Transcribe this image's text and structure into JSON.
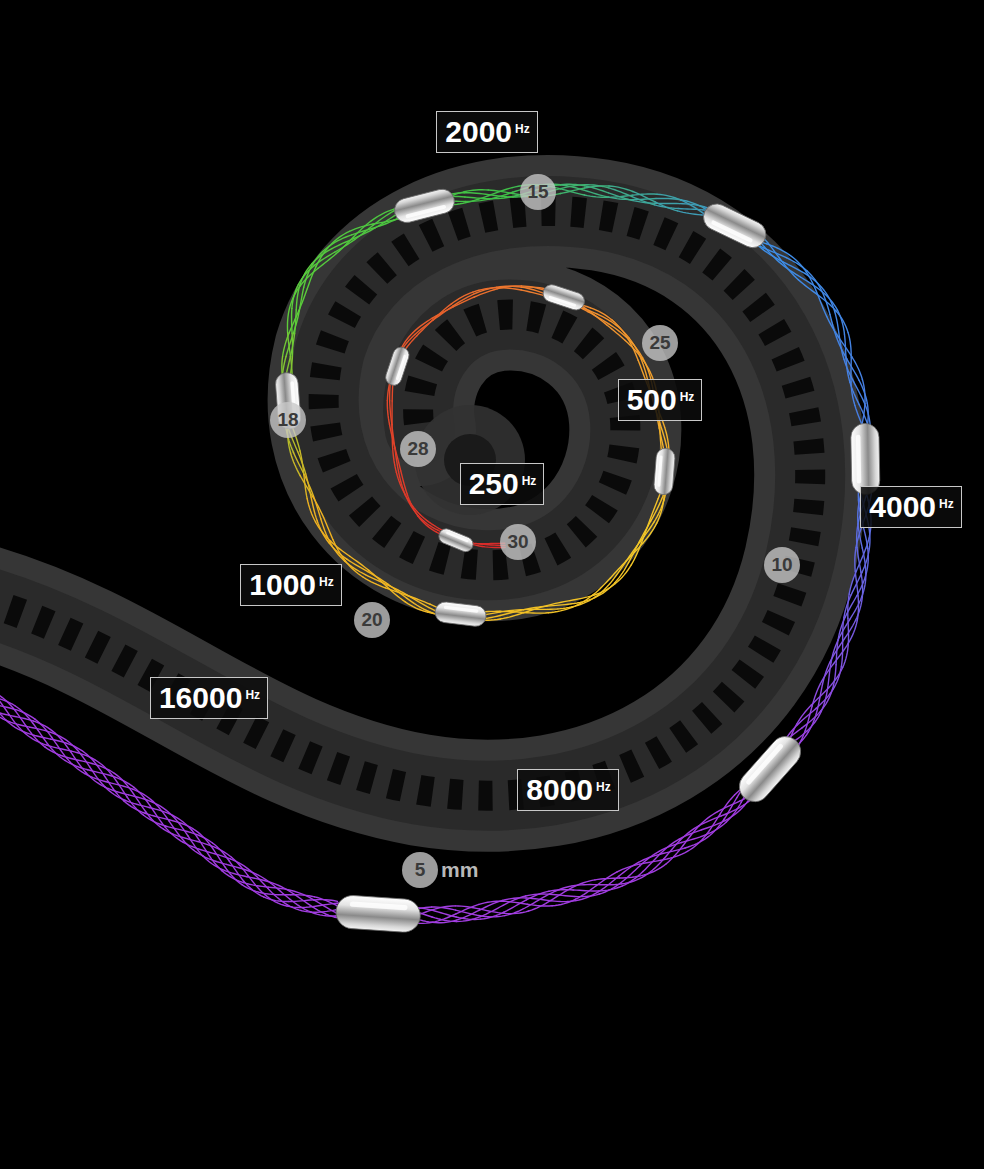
{
  "diagram": {
    "nodes": [
      {
        "text": [
          "2000",
          "Hz"
        ]
      },
      {
        "text": [
          "15"
        ]
      },
      {
        "text": [
          "25"
        ]
      },
      {
        "text": [
          "500",
          "Hz"
        ]
      },
      {
        "text": [
          "18"
        ]
      },
      {
        "text": [
          "28"
        ]
      },
      {
        "text": [
          "250",
          "Hz"
        ]
      },
      {
        "text": [
          "4000",
          "Hz"
        ]
      },
      {
        "text": [
          "30"
        ]
      },
      {
        "text": [
          "10"
        ]
      },
      {
        "text": [
          "1000",
          "Hz"
        ]
      },
      {
        "text": [
          "20"
        ]
      },
      {
        "text": [
          "16000",
          "Hz"
        ]
      },
      {
        "text": [
          "8000",
          "Hz"
        ]
      },
      {
        "text": [
          "5",
          "mm"
        ]
      }
    ]
  }
}
